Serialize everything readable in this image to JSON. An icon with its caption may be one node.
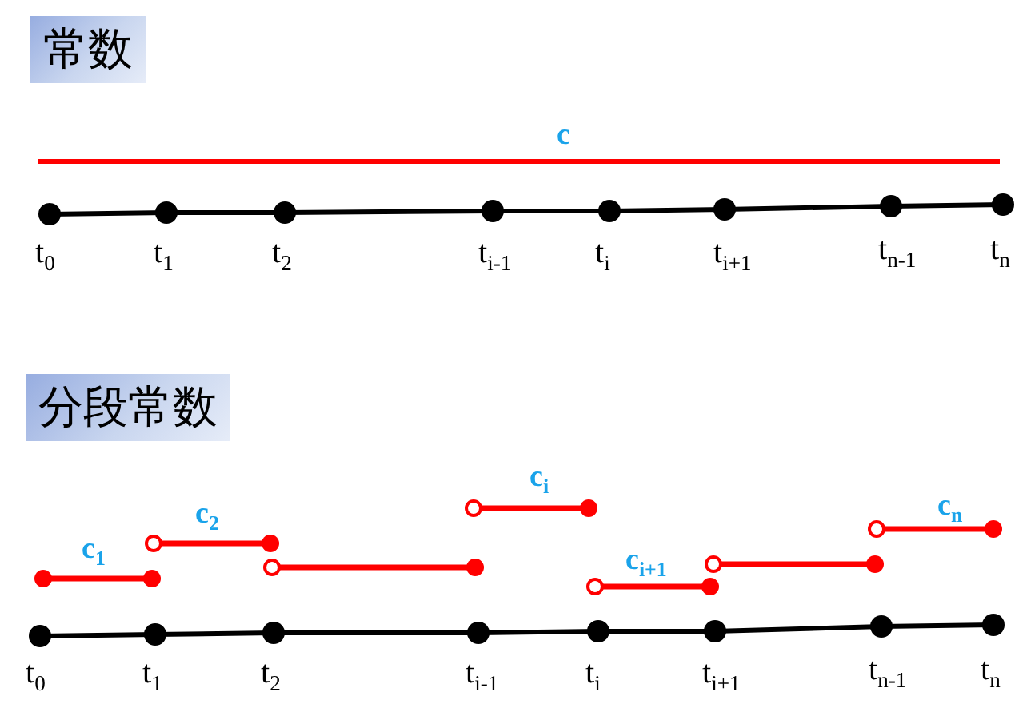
{
  "diagram": {
    "nodes": [
      {
        "text": [
          "常数"
        ]
      },
      {
        "text": [
          "分段常数"
        ]
      }
    ],
    "labels": [
      "c",
      "t$_{0}$",
      "t$_{1}$",
      "t$_{2}$",
      "t$_{i-1}$",
      "t$_{i}$",
      "t$_{i+1}$",
      "t$_{n-1}$",
      "t$_{n}$",
      "c$_{1}$",
      "c$_{2}$",
      "c$_{i}$",
      "c$_{i+1}$",
      "c$_{n}$",
      "t$_{0}$",
      "t$_{1}$",
      "t$_{2}$",
      "t$_{i-1}$",
      "t$_{i}$",
      "t$_{i+1}$",
      "t$_{n-1}$",
      "t$_{n}$"
    ]
  }
}
